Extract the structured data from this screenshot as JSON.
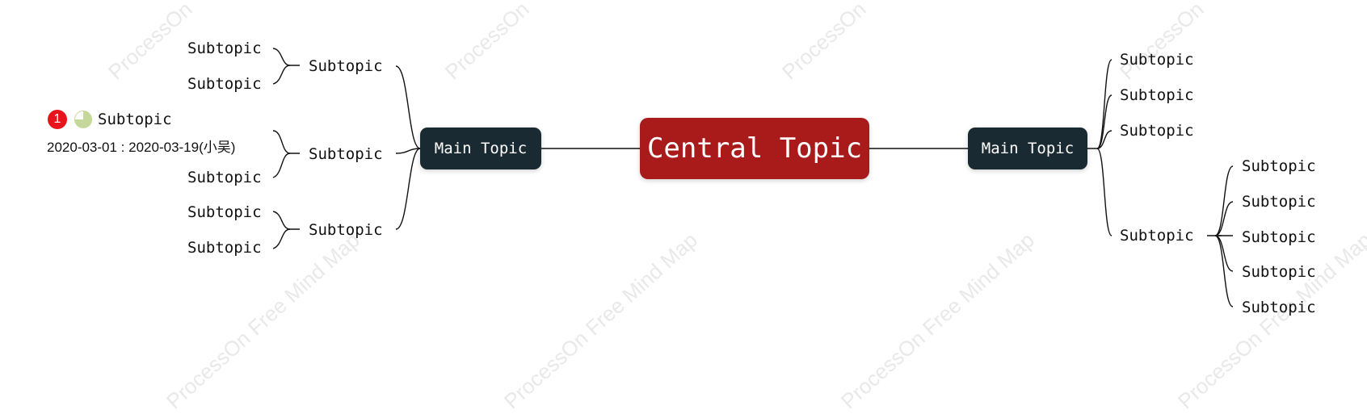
{
  "watermark_texts": [
    "ProcessOn",
    "ProcessOn",
    "ProcessOn",
    "ProcessOn",
    "ProcessOn Free Mind Map",
    "ProcessOn Free Mind Map",
    "ProcessOn Free Mind Map",
    "ProcessOn Free Mind Map"
  ],
  "colors": {
    "central": "#a91b1b",
    "main": "#1a2a33",
    "line": "#111111",
    "badge": "#e8141b",
    "progress": "#c6d79b"
  },
  "central": {
    "label": "Central Topic"
  },
  "left": {
    "main_label": "Main Topic",
    "groups": [
      {
        "label": "Subtopic",
        "children": [
          "Subtopic",
          "Subtopic"
        ]
      },
      {
        "label": "Subtopic",
        "children": [
          {
            "label": "Subtopic",
            "priority": "1",
            "progress_icon": "three-quarter-pie-icon",
            "progress": 0.75,
            "dates": "2020-03-01 : 2020-03-19(小吴)"
          },
          "Subtopic"
        ]
      },
      {
        "label": "Subtopic",
        "children": [
          "Subtopic",
          "Subtopic"
        ]
      }
    ]
  },
  "right": {
    "main_label": "Main Topic",
    "subtopics": [
      "Subtopic",
      "Subtopic",
      "Subtopic"
    ],
    "group": {
      "label": "Subtopic",
      "children": [
        "Subtopic",
        "Subtopic",
        "Subtopic",
        "Subtopic",
        "Subtopic"
      ]
    }
  }
}
